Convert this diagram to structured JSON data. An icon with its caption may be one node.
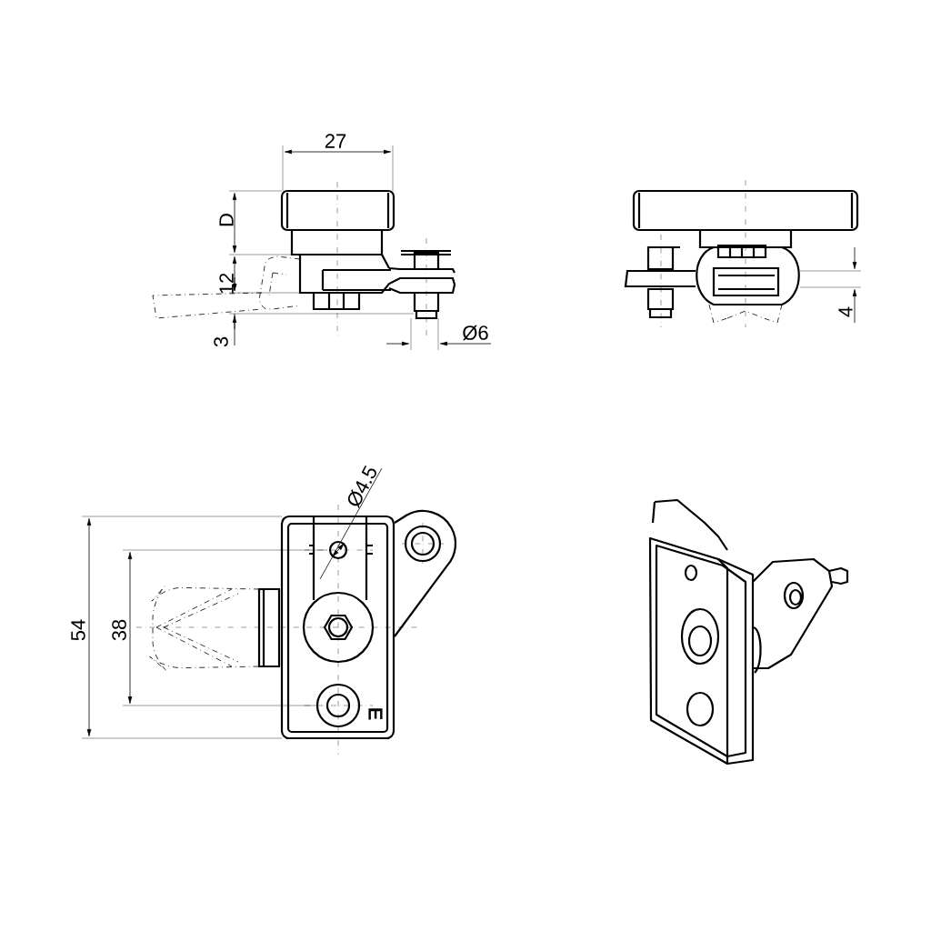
{
  "diagram": {
    "labels": [
      "27",
      "D",
      "12",
      "3",
      "Ø6",
      "4",
      "Ø4.5",
      "54",
      "38",
      "E"
    ]
  }
}
